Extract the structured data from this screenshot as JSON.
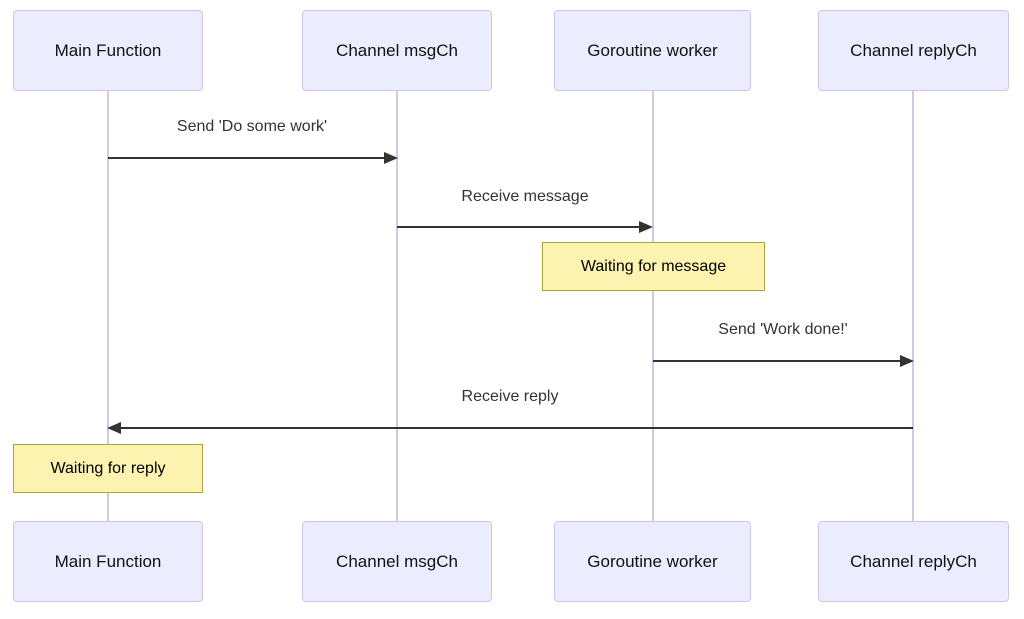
{
  "diagram": {
    "type": "sequence-diagram",
    "participants": [
      {
        "id": "main",
        "label": "Main Function"
      },
      {
        "id": "msgCh",
        "label": "Channel msgCh"
      },
      {
        "id": "worker",
        "label": "Goroutine worker"
      },
      {
        "id": "replyCh",
        "label": "Channel replyCh"
      }
    ],
    "messages": [
      {
        "from": "Main Function",
        "to": "Channel msgCh",
        "label": "Send 'Do some work'",
        "direction": "right"
      },
      {
        "from": "Channel msgCh",
        "to": "Goroutine worker",
        "label": "Receive message",
        "direction": "right"
      },
      {
        "from": "Goroutine worker",
        "to": "Channel replyCh",
        "label": "Send 'Work done!'",
        "direction": "right"
      },
      {
        "from": "Channel replyCh",
        "to": "Main Function",
        "label": "Receive reply",
        "direction": "left"
      }
    ],
    "notes": [
      {
        "over": "Goroutine worker",
        "label": "Waiting for message"
      },
      {
        "over": "Main Function",
        "label": "Waiting for reply"
      }
    ],
    "colors": {
      "actor_fill": "#ECECFF",
      "actor_border": "#CCC6ED",
      "lifeline": "#CFC8E8",
      "note_fill": "#FBF3AF",
      "note_border": "#A8A839",
      "message_line": "#333333",
      "message_text": "#333333",
      "background": "#FFFFFF"
    }
  }
}
